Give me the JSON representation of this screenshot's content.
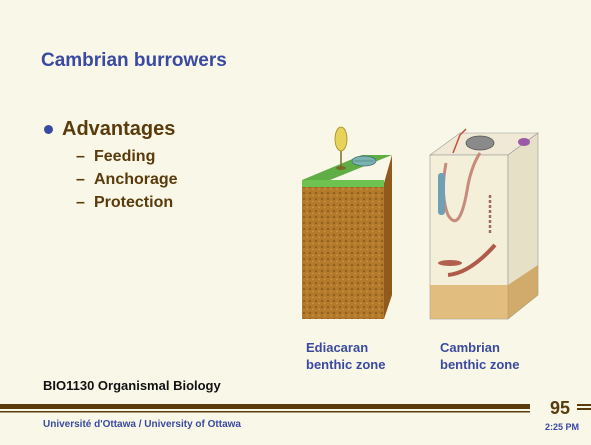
{
  "slide": {
    "title": "Cambrian burrowers",
    "bullets": [
      {
        "label": "Advantages",
        "sub": [
          "Feeding",
          "Anchorage",
          "Protection"
        ]
      }
    ],
    "illustration": {
      "left_caption": "Ediacaran\nbenthic zone",
      "right_caption": "Cambrian\nbenthic zone"
    }
  },
  "footer": {
    "course": "BIO1130 Organismal Biology",
    "university": "Université d'Ottawa / University of Ottawa",
    "page_number": "95",
    "time": "2:25 PM"
  },
  "colors": {
    "background": "#f9f7e8",
    "title": "#3a4aa0",
    "body_text": "#5a3b0c",
    "footer_rule": "#5a3b0c"
  }
}
